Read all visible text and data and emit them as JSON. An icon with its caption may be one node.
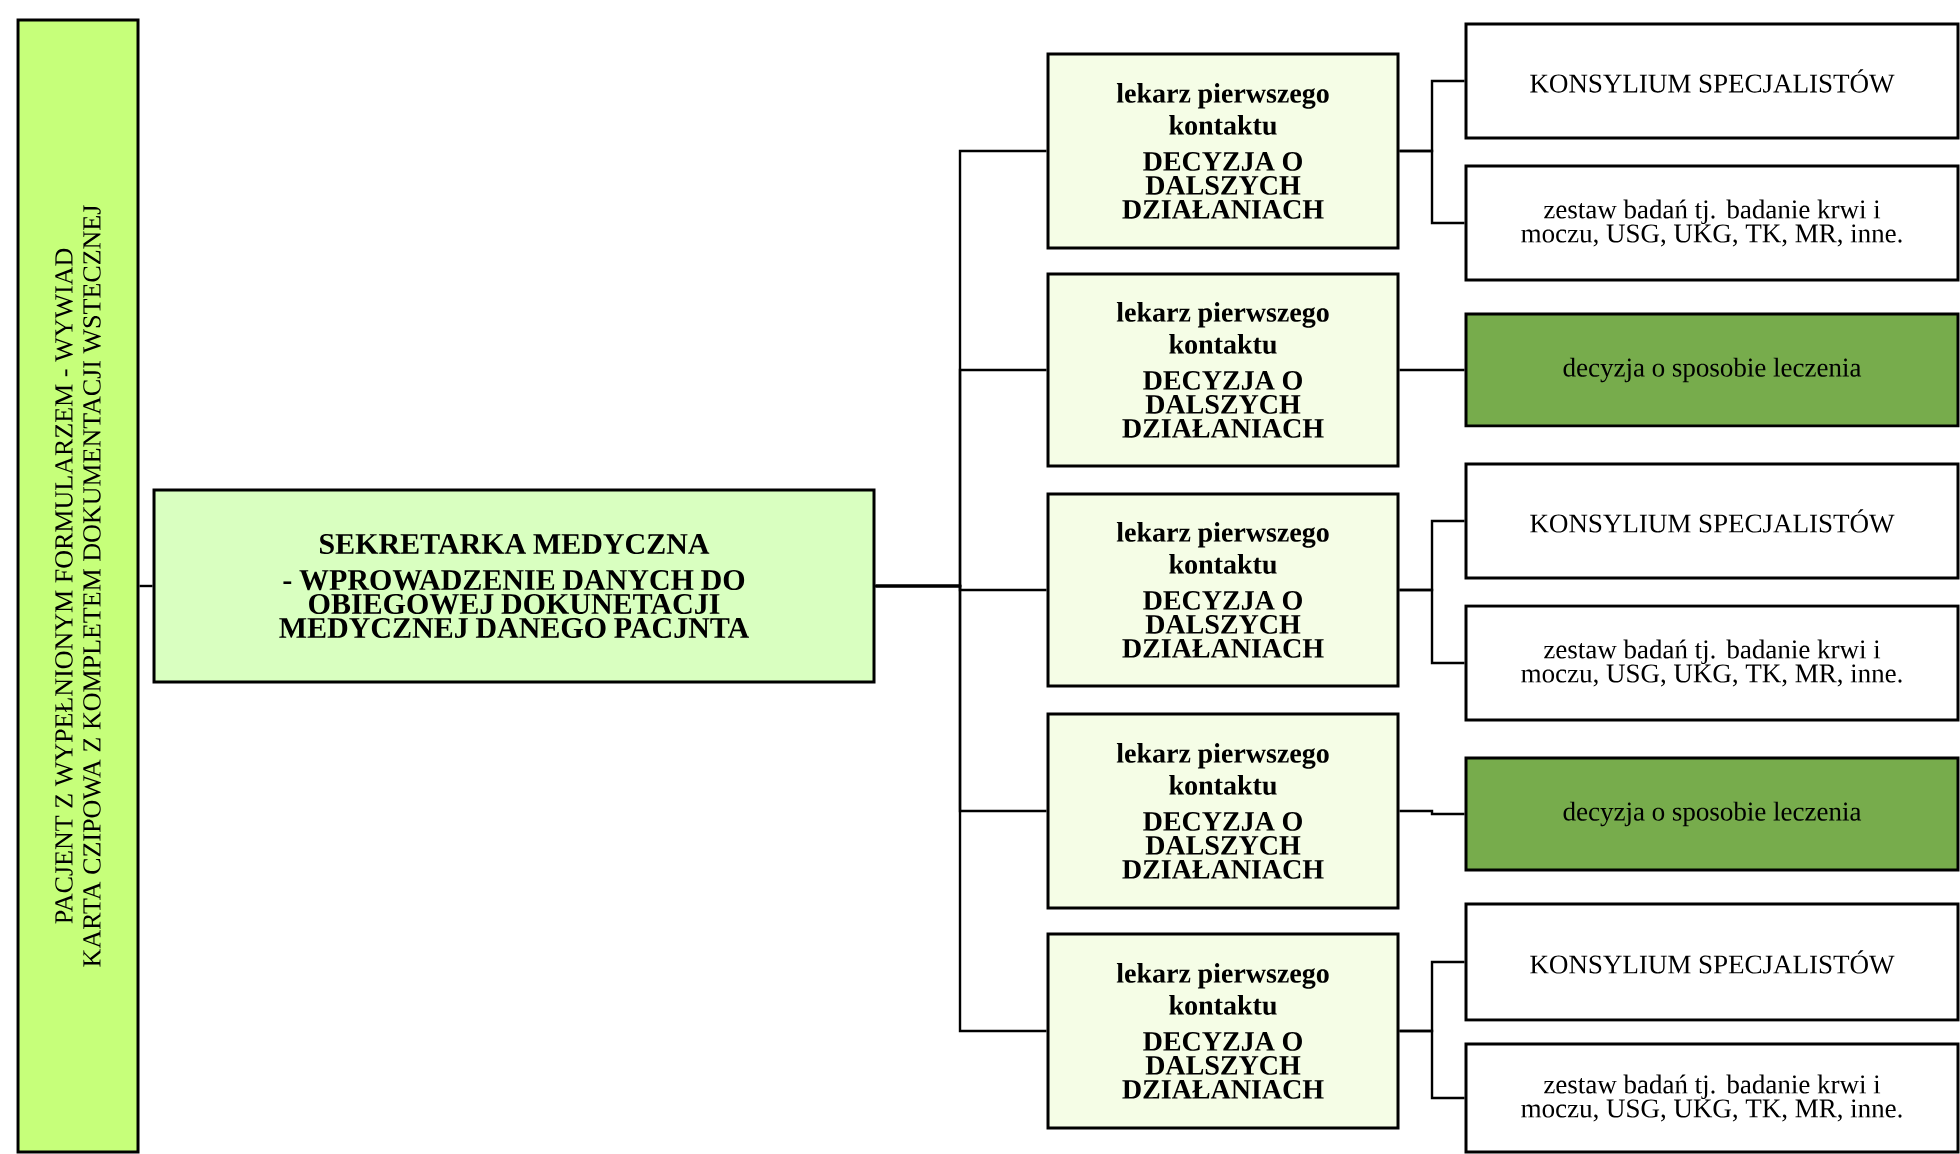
{
  "diagram": {
    "nodes": [
      {
        "text": [
          "PACJENT Z WYPEŁNIONYM FORMULARZEM - WYWIAD",
          "KARTA CZIPOWA Z KOMPLETEM DOKUMENTACJI WSTECZNEJ"
        ]
      },
      {
        "text": [
          "SEKRETARKA MEDYCZNA",
          "- WPROWADZENIE DANYCH DO OBIEGOWEJ DOKUNETACJI MEDYCZNEJ DANEGO PACJNTA"
        ]
      },
      {
        "text": [
          "lekarz pierwszego kontaktu",
          "DECYZJA O DALSZYCH DZIAŁANIACH"
        ]
      },
      {
        "text": [
          "KONSYLIUM SPECJALISTÓW"
        ]
      },
      {
        "text": [
          "zestaw badań tj. badanie krwi i moczu, USG, UKG, TK, MR, inne."
        ]
      },
      {
        "text": [
          "lekarz pierwszego kontaktu",
          "DECYZJA O DALSZYCH DZIAŁANIACH"
        ]
      },
      {
        "text": [
          "decyzja o sposobie leczenia"
        ]
      },
      {
        "text": [
          "lekarz pierwszego kontaktu",
          "DECYZJA O DALSZYCH DZIAŁANIACH"
        ]
      },
      {
        "text": [
          "KONSYLIUM SPECJALISTÓW"
        ]
      },
      {
        "text": [
          "zestaw badań tj. badanie krwi i moczu, USG, UKG, TK, MR, inne."
        ]
      },
      {
        "text": [
          "lekarz pierwszego kontaktu",
          "DECYZJA O DALSZYCH DZIAŁANIACH"
        ]
      },
      {
        "text": [
          "decyzja o sposobie leczenia"
        ]
      },
      {
        "text": [
          "lekarz pierwszego kontaktu",
          "DECYZJA O DALSZYCH DZIAŁANIACH"
        ]
      },
      {
        "text": [
          "KONSYLIUM SPECJALISTÓW"
        ]
      },
      {
        "text": [
          "zestaw badań tj. badanie krwi i moczu, USG, UKG, TK, MR, inne."
        ]
      }
    ],
    "edges": [
      {
        "from": 0,
        "to": 1,
        "arrow": "none"
      },
      {
        "from": 1,
        "to": 2,
        "arrow": "none"
      },
      {
        "from": 1,
        "to": 5,
        "arrow": "none"
      },
      {
        "from": 1,
        "to": 7,
        "arrow": "none"
      },
      {
        "from": 1,
        "to": 10,
        "arrow": "none"
      },
      {
        "from": 1,
        "to": 12,
        "arrow": "none"
      },
      {
        "from": 2,
        "to": 3,
        "arrow": "none"
      },
      {
        "from": 2,
        "to": 4,
        "arrow": "none"
      },
      {
        "from": 5,
        "to": 6,
        "arrow": "none"
      },
      {
        "from": 7,
        "to": 8,
        "arrow": "none"
      },
      {
        "from": 7,
        "to": 9,
        "arrow": "none"
      },
      {
        "from": 10,
        "to": 11,
        "arrow": "none"
      },
      {
        "from": 12,
        "to": 13,
        "arrow": "none"
      },
      {
        "from": 12,
        "to": 14,
        "arrow": "none"
      }
    ]
  }
}
